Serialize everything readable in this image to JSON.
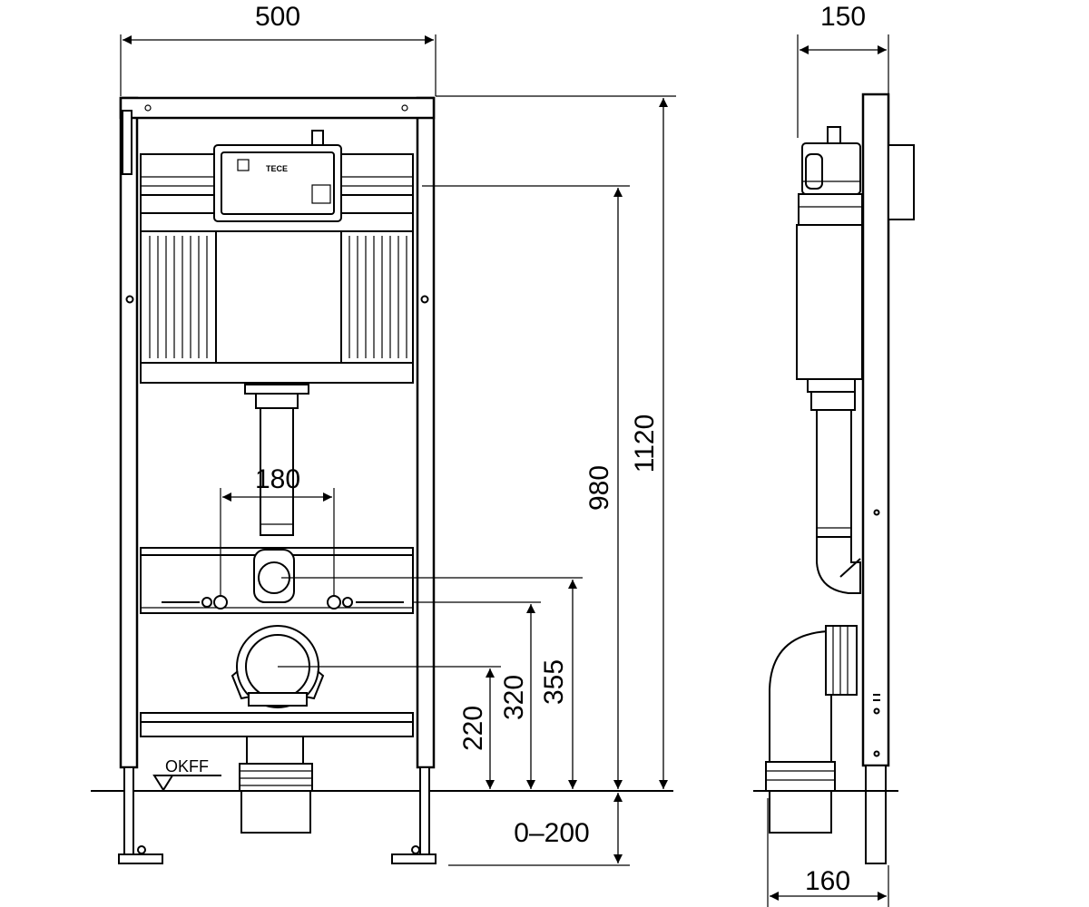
{
  "dimensions": {
    "total_width": "500",
    "side_depth": "150",
    "bottom_depth": "160",
    "frame_height": "1120",
    "actuation_height": "980",
    "supply_spacing": "180",
    "supply_355": "355",
    "supply_320": "320",
    "drain_220": "220",
    "leg_range": "0–200"
  },
  "floor_mark": "OKFF",
  "brand": "TECE"
}
